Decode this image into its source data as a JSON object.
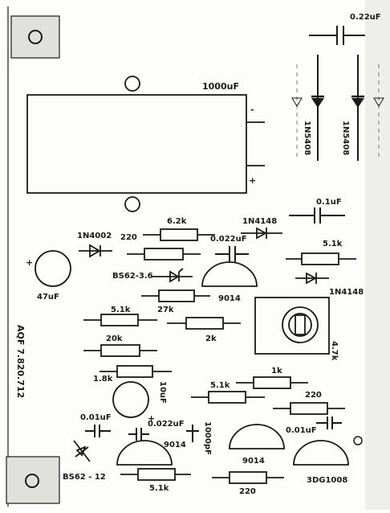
{
  "colors": {
    "paper": "#fdfdfb",
    "ink": "#1a1a1a",
    "shade": "#d8d8d4",
    "dashed": "#777777"
  },
  "labels": {
    "c_022uf_top": "0.22uF",
    "cap_1000uf": "1000uF",
    "d_1n5408_a": "1N5408",
    "d_1n5408_b": "1N5408",
    "plus": "+",
    "minus": "-",
    "c_01uf_mid": "0.1uF",
    "r_62k": "6.2k",
    "d_1n4148_top": "1N4148",
    "d_1n4002": "1N4002",
    "r_220_left": "220",
    "c_0022uf_mid": "0.022uF",
    "r_51k_right": "5.1k",
    "bs62_36": "BS62-3.6",
    "c_47uf": "47uF",
    "t_9014_top": "9014",
    "d_1n4148_bot": "1N4148",
    "r_27k": "27k",
    "r_51k_left": "5.1k",
    "r_20k": "20k",
    "r_2k": "2k",
    "pot_47k": "4.7k",
    "code": "AQF 7.820.712",
    "r_18k": "1.8k",
    "c_10uf": "10uF",
    "r_1k": "1k",
    "r_51k_mid": "5.1k",
    "r_220_right": "220",
    "c_001uf_left": "0.01uF",
    "c_0022uf_low": "0.022uF",
    "t_9014_low": "9014",
    "c_1000pf": "1000pF",
    "c_001uf_right": "0.01uF",
    "t_9014_right": "9014",
    "bs62_12": "BS62 - 12",
    "r_51k_bottom": "5.1k",
    "r_220_bottom": "220",
    "t_3dg1008": "3DG1008"
  }
}
